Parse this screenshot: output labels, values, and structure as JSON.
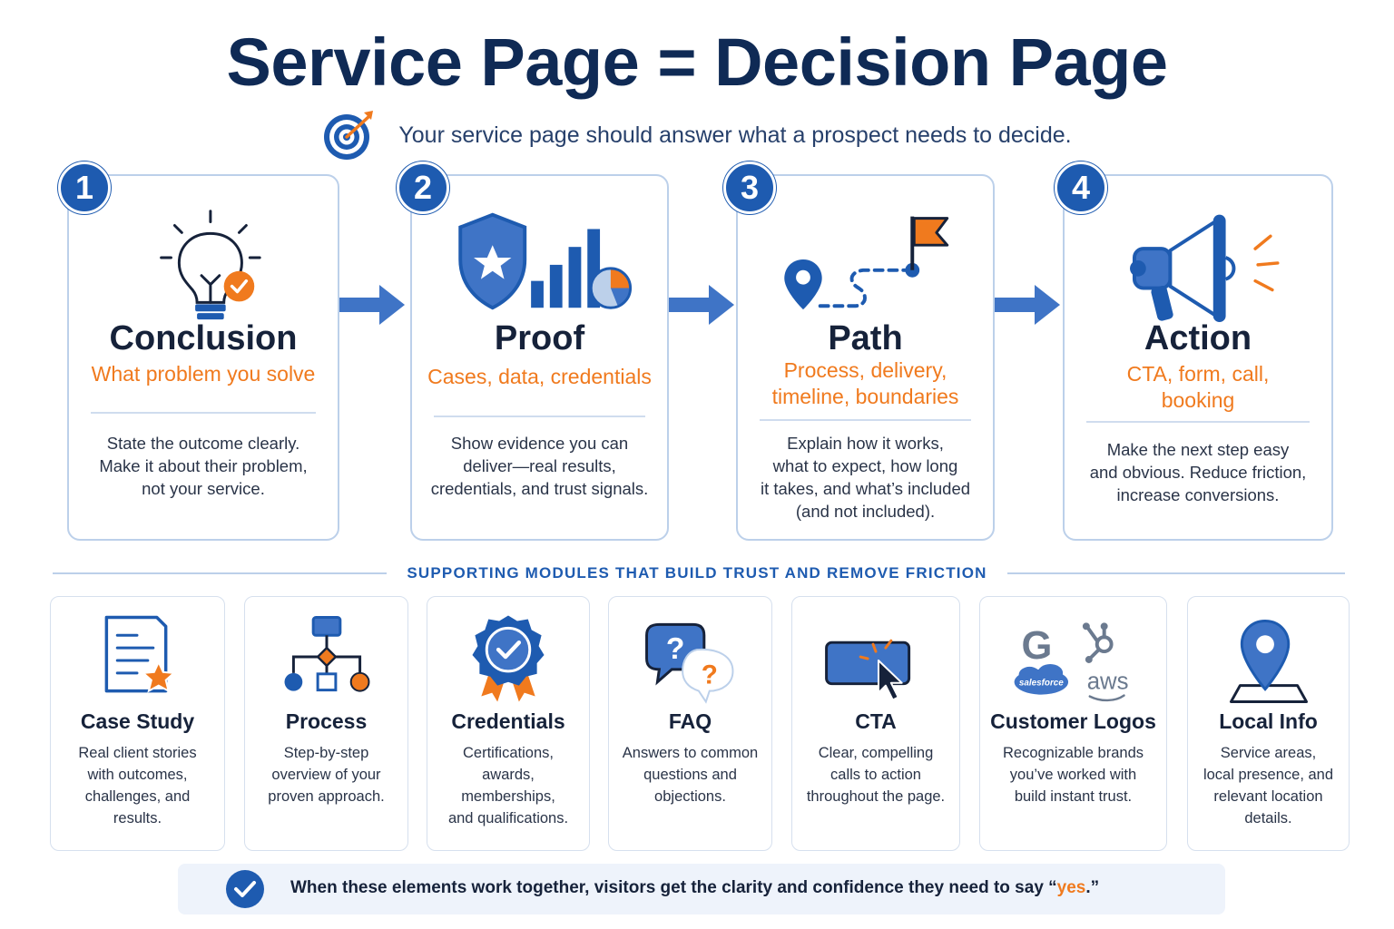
{
  "title": "Service Page = Decision Page",
  "subtitle": "Your service page should answer what a prospect needs to decide.",
  "steps": [
    {
      "number": "1",
      "title": "Conclusion",
      "subtitle": "What problem you solve",
      "body": [
        "State the outcome clearly.",
        "Make it about their problem,",
        "not your service."
      ],
      "icon": "lightbulb-check-icon"
    },
    {
      "number": "2",
      "title": "Proof",
      "subtitle": "Cases, data, credentials",
      "body": [
        "Show evidence you can",
        "deliver—real results,",
        "credentials, and trust signals."
      ],
      "icon": "shield-chart-icon"
    },
    {
      "number": "3",
      "title": "Path",
      "subtitle_lines": [
        "Process, delivery,",
        "timeline, boundaries"
      ],
      "body": [
        "Explain how it works,",
        "what to expect, how long",
        "it takes, and what’s included",
        "(and not included)."
      ],
      "icon": "route-flag-icon"
    },
    {
      "number": "4",
      "title": "Action",
      "subtitle_lines": [
        "CTA, form, call,",
        "booking"
      ],
      "body": [
        "Make the next step easy",
        "and obvious. Reduce friction,",
        "increase conversions."
      ],
      "icon": "megaphone-icon"
    }
  ],
  "section_label": "SUPPORTING MODULES THAT BUILD TRUST AND REMOVE FRICTION",
  "modules": [
    {
      "title": "Case Study",
      "body": [
        "Real client stories",
        "with outcomes,",
        "challenges, and",
        "results."
      ],
      "icon": "document-star-icon"
    },
    {
      "title": "Process",
      "body": [
        "Step-by-step",
        "overview of your",
        "proven approach."
      ],
      "icon": "flowchart-icon"
    },
    {
      "title": "Credentials",
      "body": [
        "Certifications,",
        "awards, memberships,",
        "and qualifications."
      ],
      "icon": "award-badge-icon"
    },
    {
      "title": "FAQ",
      "body": [
        "Answers to common",
        "questions and",
        "objections."
      ],
      "icon": "question-bubbles-icon"
    },
    {
      "title": "CTA",
      "body": [
        "Clear, compelling",
        "calls to action",
        "throughout the page."
      ],
      "icon": "button-cursor-icon"
    },
    {
      "title": "Customer Logos",
      "body": [
        "Recognizable brands",
        "you’ve worked with",
        "build instant trust."
      ],
      "icon": "brand-logos-icon",
      "logos": {
        "google": "G",
        "salesforce": "salesforce",
        "aws": "aws"
      }
    },
    {
      "title": "Local Info",
      "body": [
        "Service areas,",
        "local presence, and",
        "relevant location",
        "details."
      ],
      "icon": "map-pin-icon"
    }
  ],
  "banner": {
    "text_before": "When these elements work together, visitors get the clarity and confidence they need to say “",
    "highlight": "yes",
    "text_after": ".”"
  },
  "colors": {
    "navy": "#0f2a55",
    "blue": "#1e5bb0",
    "orange": "#f07a1e",
    "border": "#bcd0ea"
  }
}
